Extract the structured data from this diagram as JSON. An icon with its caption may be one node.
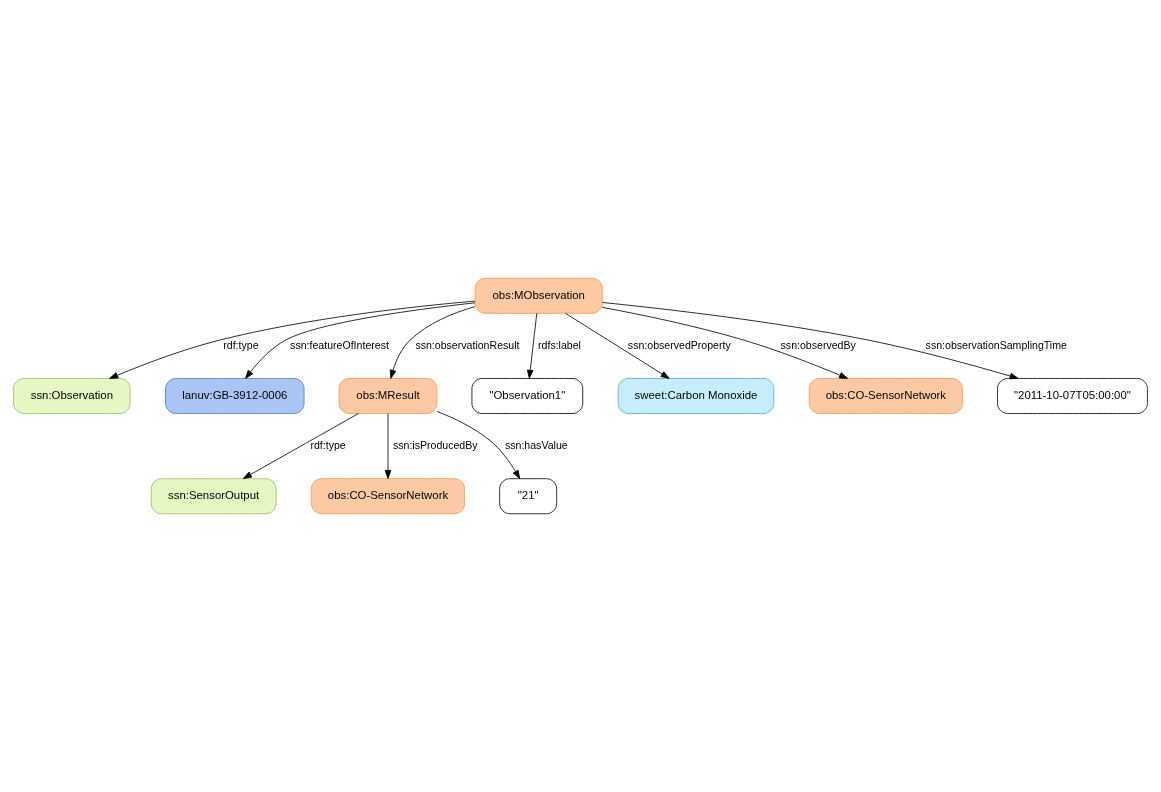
{
  "diagram": {
    "nodes": [
      {
        "text": [
          "ssn:Observation"
        ]
      },
      {
        "text": [
          "ssn:SensorOutput"
        ]
      },
      {
        "text": [
          "obs:CO-SensorNetwork"
        ]
      },
      {
        "text": [
          "lanuv:GB-3912-0006"
        ]
      },
      {
        "text": [
          "obs:MResult"
        ]
      },
      {
        "text": [
          "\"21\""
        ]
      },
      {
        "text": [
          "obs:MObservation"
        ]
      },
      {
        "text": [
          "\"Observation1\""
        ]
      },
      {
        "text": [
          "sweet:Carbon Monoxide"
        ]
      },
      {
        "text": [
          "obs:CO-SensorNetwork"
        ]
      },
      {
        "text": [
          "\"2011-10-07T05:00:00\""
        ]
      }
    ],
    "edges": [
      {
        "from": 6,
        "to": 3,
        "arrow": "to",
        "label": "ssn:featureOfInterest"
      },
      {
        "from": 6,
        "to": 0,
        "arrow": "to",
        "label": "rdf:type"
      },
      {
        "from": 6,
        "to": 4,
        "arrow": "to",
        "label": "ssn:observationResult"
      },
      {
        "from": 4,
        "to": 1,
        "arrow": "to",
        "label": "rdf:type"
      },
      {
        "from": 4,
        "to": 2,
        "arrow": "to",
        "label": "ssn:isProducedBy"
      },
      {
        "from": 4,
        "to": 5,
        "arrow": "to",
        "label": "ssn:hasValue"
      },
      {
        "from": 6,
        "to": 7,
        "arrow": "to",
        "label": "rdfs:label"
      },
      {
        "from": 6,
        "to": 8,
        "arrow": "to",
        "label": "ssn:observedProperty"
      },
      {
        "from": 6,
        "to": 9,
        "arrow": "to",
        "label": "ssn:observedBy"
      },
      {
        "from": 6,
        "to": 10,
        "arrow": "to",
        "label": "ssn:observationSamplingTime"
      }
    ]
  }
}
